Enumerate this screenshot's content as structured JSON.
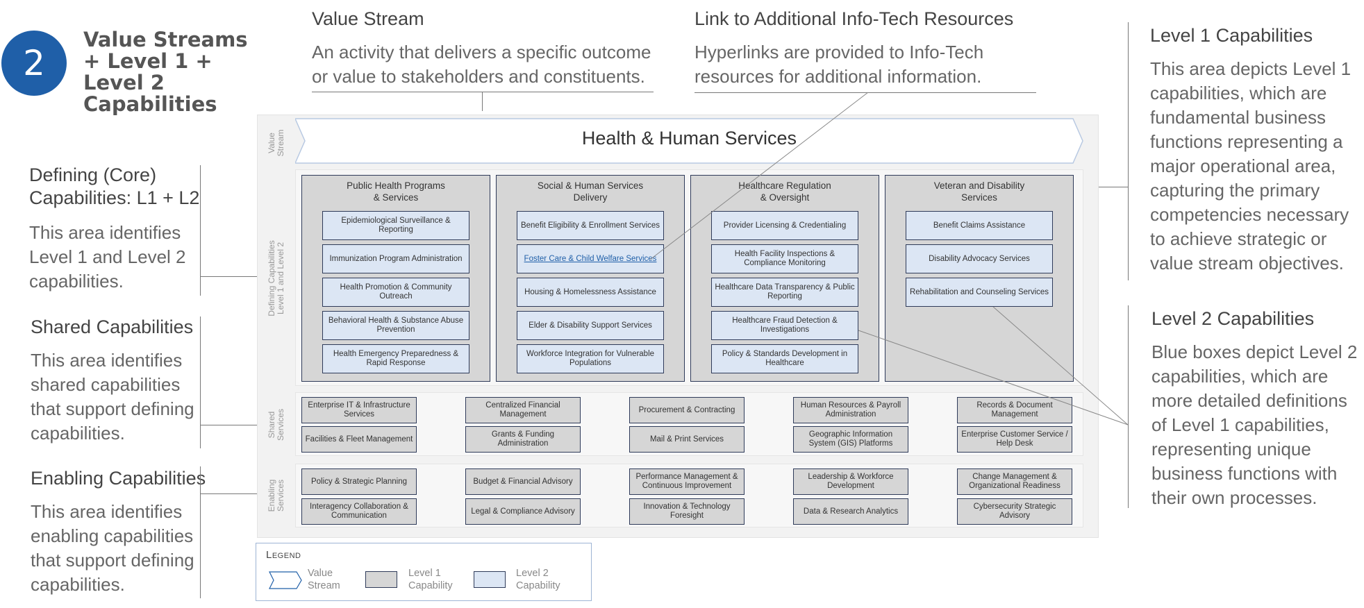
{
  "step": {
    "number": "2",
    "title": "Value Streams + Level 1 + Level 2 Capabilities"
  },
  "callouts": {
    "value_stream": {
      "heading": "Value Stream",
      "body": "An activity that delivers a specific outcome or value to stakeholders and constituents."
    },
    "link": {
      "heading": "Link to Additional Info-Tech Resources",
      "body": "Hyperlinks are provided to Info-Tech resources for additional information."
    },
    "level1": {
      "heading": "Level 1 Capabilities",
      "body": "This area depicts Level 1 capabilities, which are fundamental business functions representing a major operational area, capturing the primary competencies necessary to achieve strategic or value stream objectives."
    },
    "level2": {
      "heading": "Level 2 Capabilities",
      "body": "Blue boxes depict Level 2 capabilities, which are more detailed definitions of Level 1 capabilities, representing unique business functions with their own processes."
    },
    "defining": {
      "heading": "Defining (Core) Capabilities: L1 + L2",
      "body": "This area identifies Level 1 and Level 2 capabilities."
    },
    "shared": {
      "heading": "Shared Capabilities",
      "body": "This area identifies shared capabilities that support defining capabilities."
    },
    "enabling": {
      "heading": "Enabling Capabilities",
      "body": "This area identifies enabling capabilities that support defining capabilities."
    }
  },
  "side_labels": {
    "value_stream": "Value\nStream",
    "defining": "Defining Capabilities\nLevel 1 and Level 2",
    "shared": "Shared\nServices",
    "enabling": "Enabling\nServices"
  },
  "value_stream": "Health & Human Services",
  "level1": [
    {
      "title": "Public Health Programs\n& Services",
      "items": [
        "Epidemiological Surveillance & Reporting",
        "Immunization Program Administration",
        "Health Promotion & Community Outreach",
        "Behavioral Health & Substance Abuse Prevention",
        "Health Emergency Preparedness & Rapid Response"
      ]
    },
    {
      "title": "Social & Human Services\nDelivery",
      "items": [
        "Benefit Eligibility & Enrollment Services",
        "Foster Care & Child Welfare Services",
        "Housing & Homelessness Assistance",
        "Elder & Disability Support Services",
        "Workforce Integration for Vulnerable Populations"
      ]
    },
    {
      "title": "Healthcare Regulation\n& Oversight",
      "items": [
        "Provider Licensing & Credentialing",
        "Health Facility Inspections & Compliance Monitoring",
        "Healthcare Data Transparency & Public Reporting",
        "Healthcare Fraud Detection & Investigations",
        "Policy & Standards Development in Healthcare"
      ]
    },
    {
      "title": "Veteran and Disability\nServices",
      "items": [
        "Benefit Claims Assistance",
        "Disability Advocacy Services",
        "Rehabilitation and Counseling Services"
      ]
    }
  ],
  "shared": [
    [
      "Enterprise IT & Infrastructure Services",
      "Centralized Financial Management",
      "Procurement & Contracting",
      "Human Resources & Payroll Administration",
      "Records & Document Management"
    ],
    [
      "Facilities & Fleet Management",
      "Grants & Funding Administration",
      "Mail & Print Services",
      "Geographic Information System (GIS) Platforms",
      "Enterprise Customer Service / Help Desk"
    ]
  ],
  "enabling": [
    [
      "Policy & Strategic Planning",
      "Budget & Financial Advisory",
      "Performance Management & Continuous Improvement",
      "Leadership & Workforce Development",
      "Change Management & Organizational Readiness"
    ],
    [
      "Interagency Collaboration & Communication",
      "Legal & Compliance Advisory",
      "Innovation & Technology Foresight",
      "Data & Research Analytics",
      "Cybersecurity Strategic Advisory"
    ]
  ],
  "legend": {
    "title": "Legend",
    "value_stream": "Value\nStream",
    "level1": "Level 1\nCapability",
    "level2": "Level 2\nCapability"
  },
  "colors": {
    "accent": "#1f5fa8",
    "level1_fill": "#d6d6d6",
    "level2_fill": "#dce6f4",
    "border": "#2e3a59"
  }
}
